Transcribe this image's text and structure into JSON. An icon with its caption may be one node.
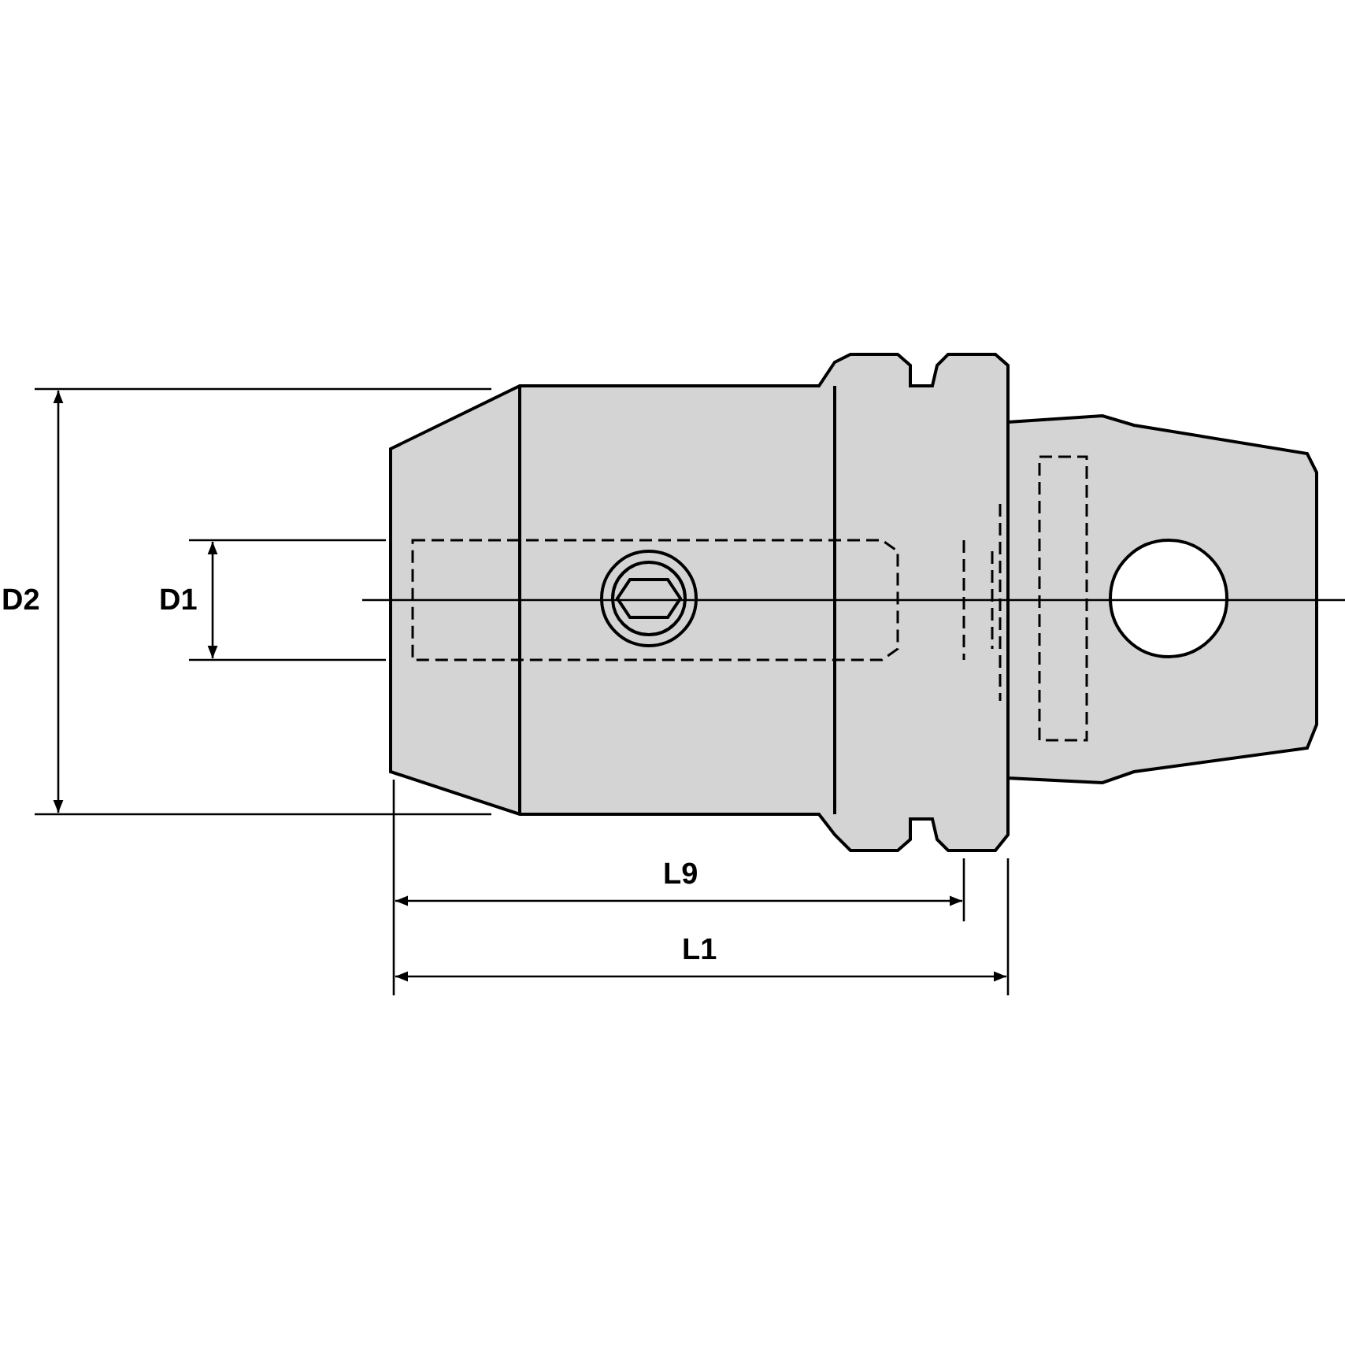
{
  "diagram": {
    "labels": [
      "D2",
      "D1",
      "L9",
      "L1"
    ]
  }
}
